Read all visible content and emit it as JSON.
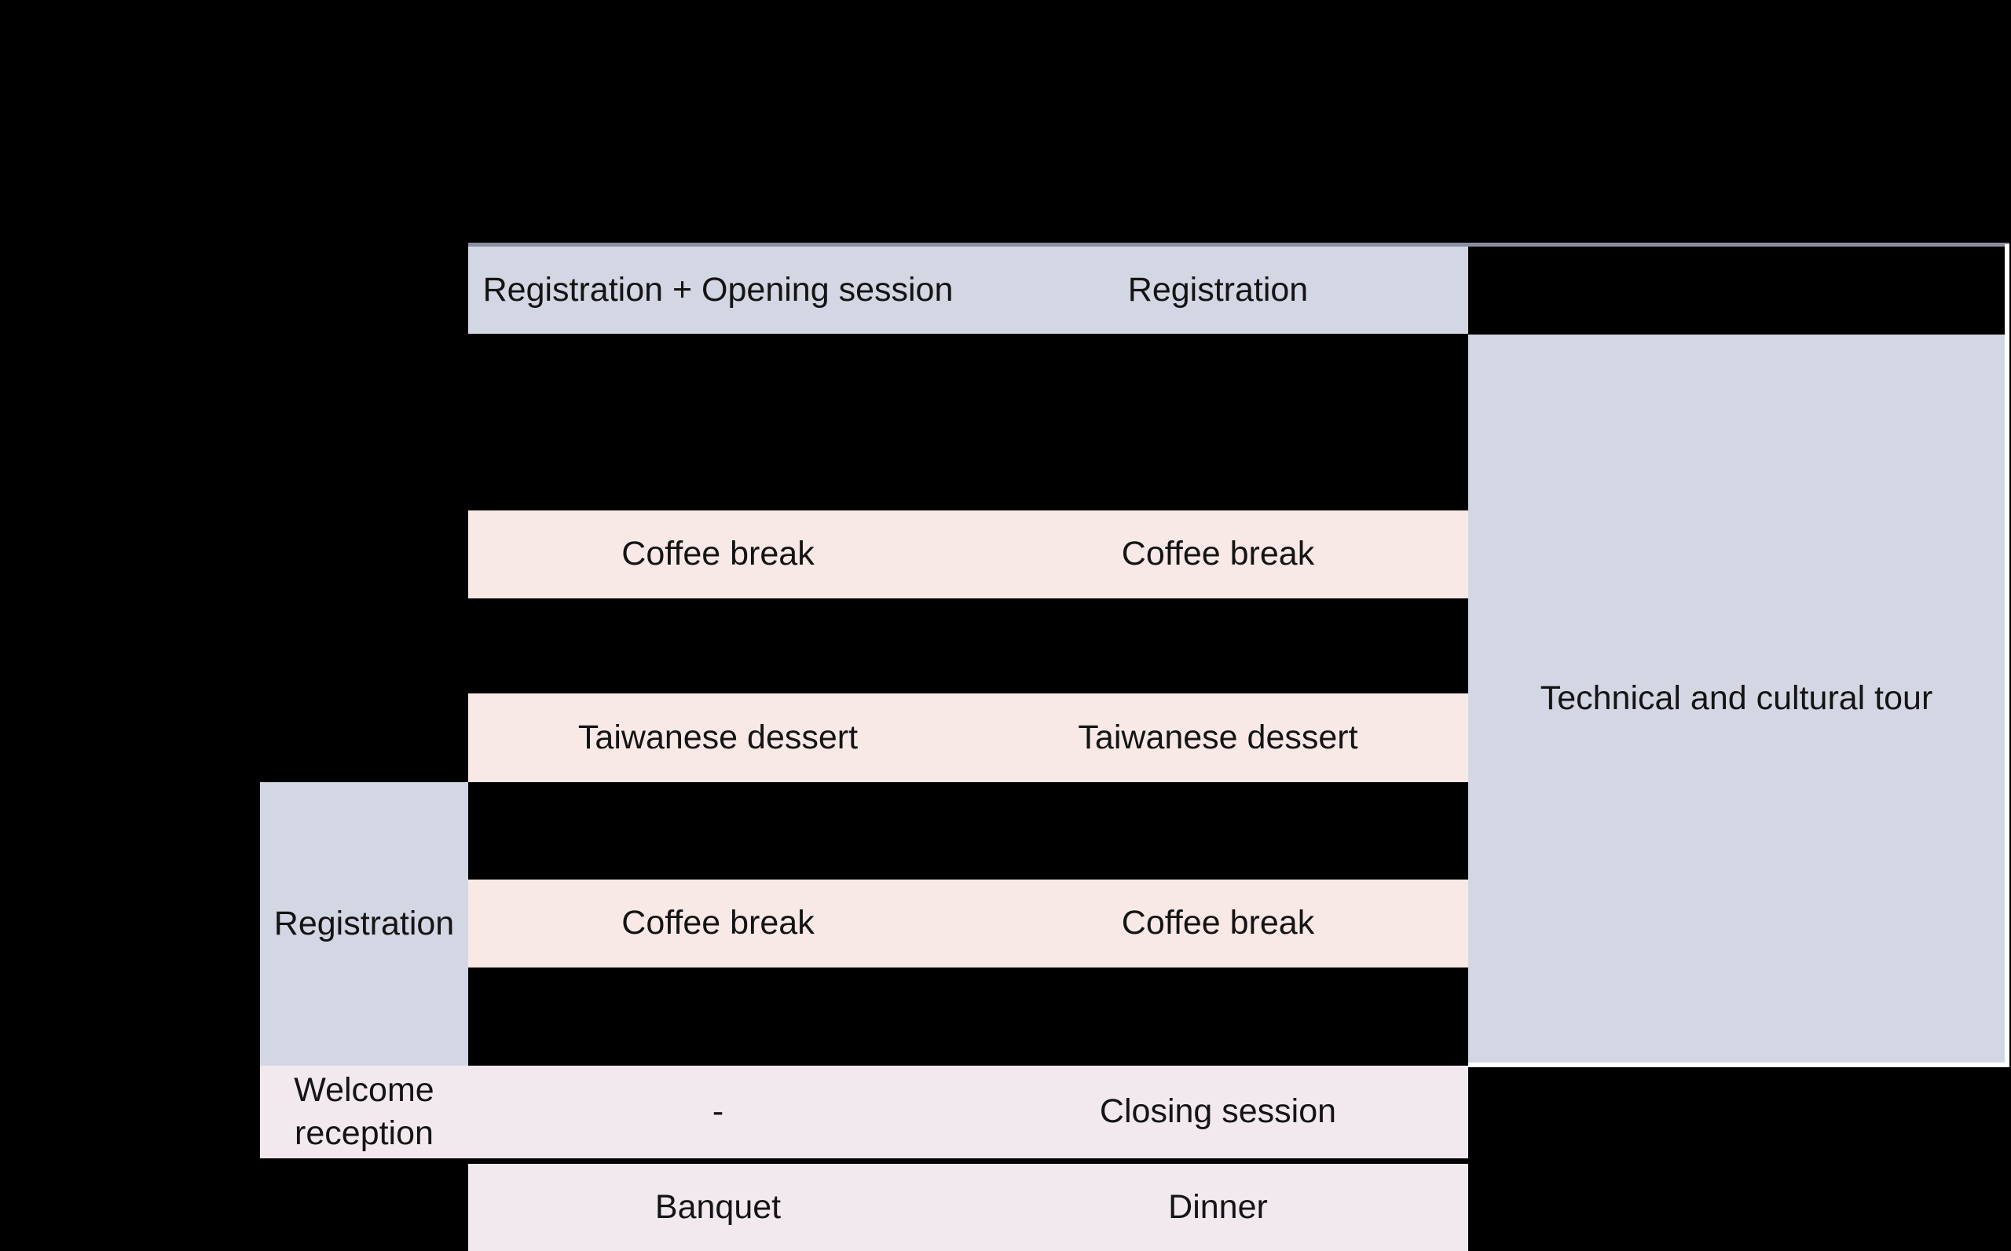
{
  "slide": {
    "background": "#000000",
    "colors": {
      "lavender_fill": "#D3D6E3",
      "warm_pink_fill": "#F8E9E6",
      "cool_pink_fill": "#F2E9EF",
      "text": "#141414",
      "table_top_border": "#8A8EA0",
      "table_white_border": "#FFFFFF"
    },
    "schedule": {
      "header_row": {
        "day1_2": "Registration + Opening session",
        "day3": "Registration"
      },
      "coffee_break_row_1": {
        "day1_2": "Coffee break",
        "day3": "Coffee break"
      },
      "dessert_row": {
        "day1_2": "Taiwanese dessert",
        "day3": "Taiwanese dessert"
      },
      "coffee_break_row_2": {
        "day1_2": "Coffee break",
        "day3": "Coffee break"
      },
      "side_cell": {
        "label": "Registration"
      },
      "tour_cell": {
        "label": "Technical and cultural tour"
      },
      "evening_row": {
        "label": "Welcome reception",
        "day1_2": "-",
        "day3": "Closing session"
      },
      "dinner_row": {
        "day1_2": "Banquet",
        "day3": "Dinner"
      }
    }
  }
}
